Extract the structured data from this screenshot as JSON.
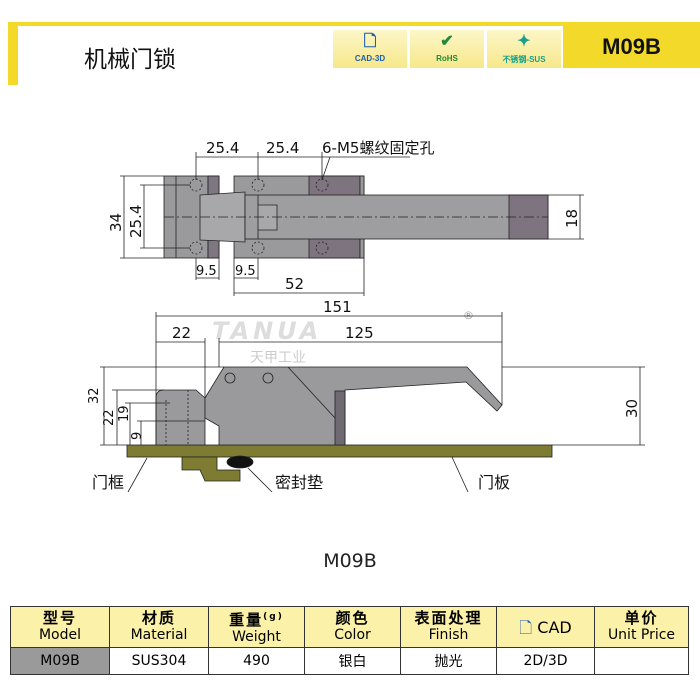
{
  "header": {
    "title": "机械门锁",
    "model": "M09B",
    "badges": [
      {
        "label": "CAD-3D",
        "icon": "file-icon"
      },
      {
        "label": "RoHS",
        "icon": "check-icon"
      },
      {
        "label": "不锈钢-SUS",
        "icon": "sparkle-icon"
      }
    ]
  },
  "top_view": {
    "dims": {
      "pitch1": "25.4",
      "pitch2": "25.4",
      "holes_note": "6-M5螺纹固定孔",
      "height": "34",
      "hole_span": "25.4",
      "offset1": "9.5",
      "offset2": "9.5",
      "base_len": "52",
      "bar_width": "18"
    }
  },
  "side_view": {
    "dims": {
      "total": "151",
      "hinge": "22",
      "lever": "125",
      "h32": "32",
      "h22": "22",
      "h19": "19",
      "h9": "9",
      "h30": "30"
    },
    "labels": {
      "frame": "门框",
      "seal": "密封垫",
      "panel": "门板"
    },
    "watermark": "TANUA",
    "watermark_cn": "天甲工业",
    "registered": "®"
  },
  "caption": "M09B",
  "table": {
    "headers": [
      {
        "cn": "型号",
        "en": "Model"
      },
      {
        "cn": "材质",
        "en": "Material"
      },
      {
        "cn": "重量",
        "en": "Weight",
        "unit": "(g)"
      },
      {
        "cn": "颜色",
        "en": "Color"
      },
      {
        "cn": "表面处理",
        "en": "Finish"
      },
      {
        "cn": "CAD",
        "en": ""
      },
      {
        "cn": "单价",
        "en": "Unit Price"
      }
    ],
    "row": [
      "M09B",
      "SUS304",
      "490",
      "银白",
      "抛光",
      "2D/3D",
      ""
    ]
  }
}
